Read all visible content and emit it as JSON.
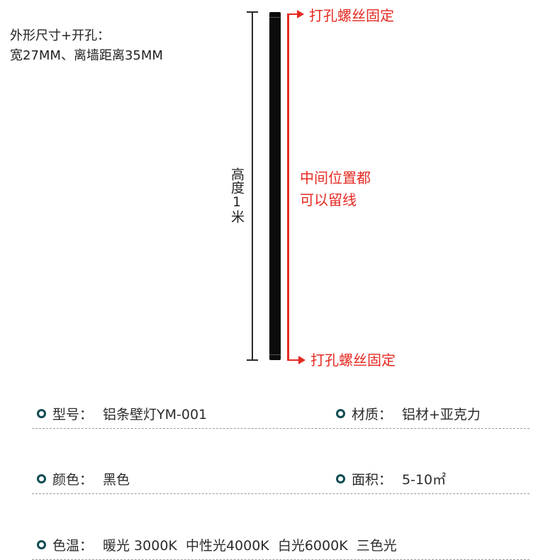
{
  "dimensions": {
    "line1": "外形尺寸+开孔：",
    "line2": "宽27MM、离墙距离35MM"
  },
  "height_label": "高度1米",
  "annotations": {
    "top": "打孔螺丝固定",
    "middle_line1": "中间位置都",
    "middle_line2": "可以留线",
    "bottom": "打孔螺丝固定"
  },
  "colors": {
    "annotation_red": "#e52a22",
    "bullet": "#0f4b52",
    "lamp": "#0b0b0b"
  },
  "specs": {
    "model": {
      "label": "型号：",
      "value": "铝条壁灯YM-001"
    },
    "material": {
      "label": "材质：",
      "value": "铝材+亚克力"
    },
    "color": {
      "label": "颜色：",
      "value": "黑色"
    },
    "area": {
      "label": "面积：",
      "value": "5-10㎡"
    },
    "temperature": {
      "label": "色温：",
      "value": "暖光 3000K  中性光4000K  白光6000K  三色光"
    }
  }
}
